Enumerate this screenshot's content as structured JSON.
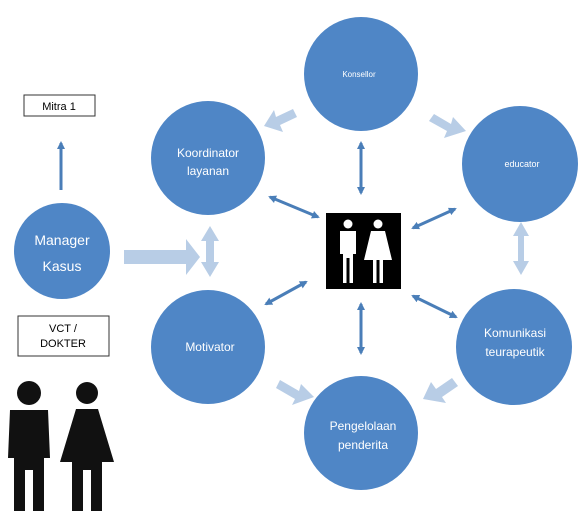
{
  "colors": {
    "node_fill": "#4f86c6",
    "arrow_dark": "#4a7eb8",
    "arrow_light": "#b8cde6",
    "box_border": "#333333",
    "icon_bg": "#000000",
    "icon_fg": "#ffffff",
    "figure_fill": "#111111"
  },
  "boxes": {
    "mitra": "Mitra 1",
    "vct_line1": "VCT /",
    "vct_line2": "DOKTER"
  },
  "nodes": {
    "manager_line1": "Manager",
    "manager_line2": "Kasus",
    "koordinator_line1": "Koordinator",
    "koordinator_line2": "layanan",
    "konsellor": "Konsellor",
    "educator": "educator",
    "motivator": "Motivator",
    "komunikasi_line1": "Komunikasi",
    "komunikasi_line2": "teurapeutik",
    "pengelolaan_line1": "Pengelolaan",
    "pengelolaan_line2": "penderita"
  },
  "icons": {
    "center": "man-woman-restroom-icon",
    "people": "couple-silhouette-icon"
  }
}
